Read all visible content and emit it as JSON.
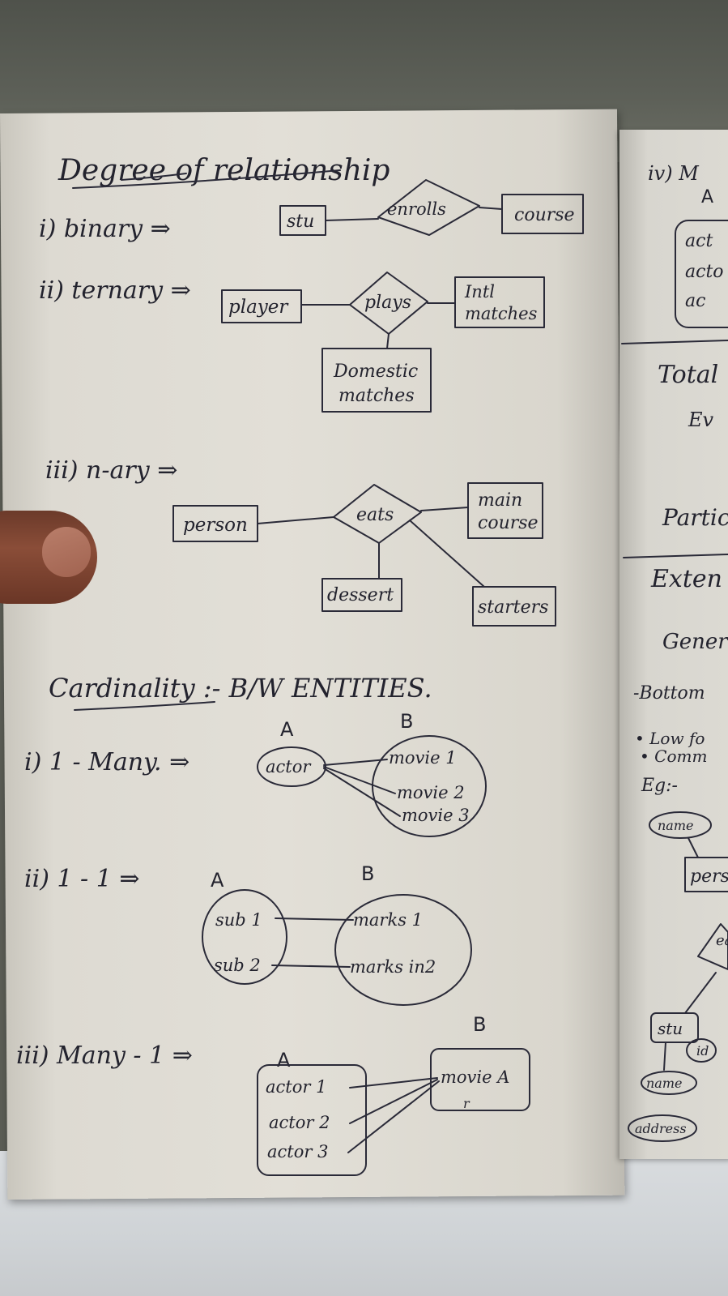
{
  "notes": {
    "heading_degree": "Degree of relationship",
    "binary": {
      "label": "i) binary ⇒",
      "entity_left": "stu",
      "relationship": "enrolls",
      "entity_right": "course"
    },
    "ternary": {
      "label": "ii) ternary ⇒",
      "entity_left": "player",
      "relationship": "plays",
      "entity_right_line1": "Intl",
      "entity_right_line2": "matches",
      "entity_bottom_line1": "Domestic",
      "entity_bottom_line2": "matches"
    },
    "nary": {
      "label": "iii) n-ary ⇒",
      "entity_left": "person",
      "relationship": "eats",
      "entity_right_line1": "main",
      "entity_right_line2": "course",
      "entity_bottom": "dessert",
      "entity_bottom_right": "starters"
    },
    "heading_cardinality": "Cardinality :- B/W ENTITIES.",
    "one_many": {
      "label": "i) 1 - Many. ⇒",
      "set_a_label": "A",
      "set_b_label": "B",
      "a_items": [
        "actor"
      ],
      "b_items": [
        "movie 1",
        "movie 2",
        "movie 3"
      ]
    },
    "one_one": {
      "label": "ii) 1 - 1 ⇒",
      "set_a_label": "A",
      "set_b_label": "B",
      "a_items": [
        "sub 1",
        "sub 2"
      ],
      "b_items": [
        "marks 1",
        "marks in2"
      ]
    },
    "many_one": {
      "label": "iii) Many - 1 ⇒",
      "set_a_label": "A",
      "set_b_label": "B",
      "a_items": [
        "actor 1",
        "actor 2",
        "actor 3"
      ],
      "b_items": [
        "movie A"
      ],
      "b_mark": "r"
    }
  },
  "right_page": {
    "fragments": [
      "iv) M",
      "A",
      "act",
      "acto",
      "ac",
      "Total",
      "Ev",
      "Partic",
      "Exten",
      "Gener",
      "-Bottom",
      "• Low fo",
      "• Comm",
      "Eg:-",
      "name",
      "pers",
      "ea",
      "stu",
      "id",
      "name",
      "address"
    ]
  }
}
